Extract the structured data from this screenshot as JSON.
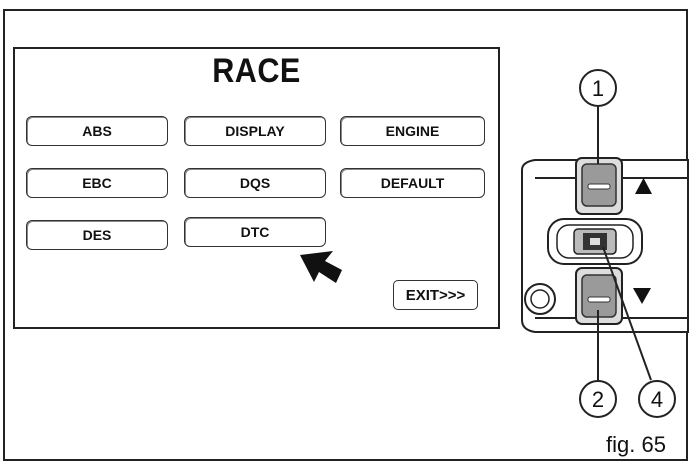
{
  "screen": {
    "title": "RACE",
    "menu_items": [
      {
        "label": "ABS"
      },
      {
        "label": "DISPLAY"
      },
      {
        "label": "ENGINE"
      },
      {
        "label": "EBC"
      },
      {
        "label": "DQS"
      },
      {
        "label": "DEFAULT"
      },
      {
        "label": "DES"
      },
      {
        "label": "DTC"
      }
    ],
    "exit_label": "EXIT>>>"
  },
  "callouts": [
    "1",
    "2",
    "4"
  ],
  "figure_label": "fig. 65",
  "icons": [
    "pointer-arrow-icon",
    "up-triangle-icon",
    "down-triangle-icon"
  ]
}
